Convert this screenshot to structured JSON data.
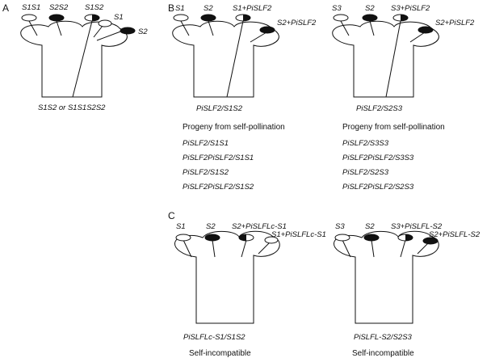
{
  "panels": {
    "a": {
      "letter": "A",
      "anthers": [
        "S1S1",
        "S2S2",
        "S1S2",
        "S1",
        "S2"
      ],
      "caption_lines": [
        "S1S2 or S1S1S2S2"
      ]
    },
    "b_left": {
      "letter": "B",
      "anthers": [
        "S1",
        "S2",
        "S1+PiSLF2",
        "S2+PiSLF2"
      ],
      "caption": "PiSLF2/S1S2",
      "progeny_title": "Progeny from self-pollination",
      "progeny": [
        "PiSLF2/S1S1",
        "PiSLF2PiSLF2/S1S1",
        "PiSLF2/S1S2",
        "PiSLF2PiSLF2/S1S2"
      ]
    },
    "b_right": {
      "anthers": [
        "S3",
        "S2",
        "S3+PiSLF2",
        "S2+PiSLF2"
      ],
      "caption": "PiSLF2/S2S3",
      "progeny_title": "Progeny from self-pollination",
      "progeny": [
        "PiSLF2/S3S3",
        "PiSLF2PiSLF2/S3S3",
        "PiSLF2/S2S3",
        "PiSLF2PiSLF2/S2S3"
      ]
    },
    "c_left": {
      "letter": "C",
      "anthers": [
        "S1",
        "S2",
        "S2+PiSLFLc-S1",
        "S1+PiSLFLc-S1"
      ],
      "caption": "PiSLFLc-S1/S1S2",
      "status": "Self-incompatible"
    },
    "c_right": {
      "anthers": [
        "S3",
        "S2",
        "S3+PiSLFL-S2",
        "S2+PiSLFL-S2"
      ],
      "caption": "PiSLFL-S2/S2S3",
      "status": "Self-incompatible"
    }
  }
}
